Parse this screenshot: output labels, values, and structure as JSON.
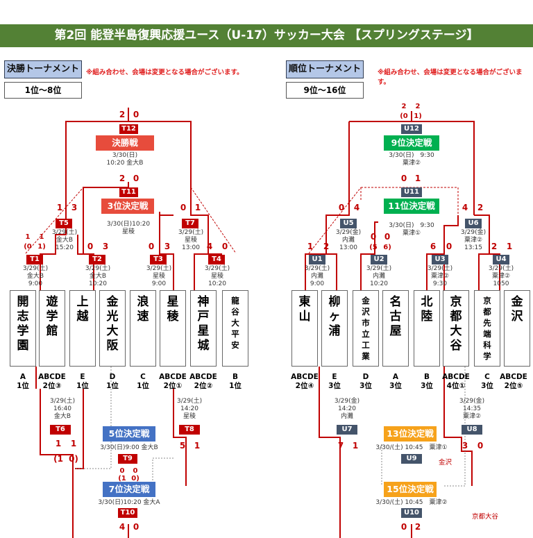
{
  "title": "第2回 能登半島復興応援ユース（U-17）サッカー大会 【スプリングステージ】",
  "note": "※組み合わせ、会場は変更となる場合がございます。",
  "left": {
    "heading": "決勝トーナメント",
    "range": "1位～8位",
    "teams": [
      {
        "name": "開\n志\n学\n園",
        "rank": "A\n1位"
      },
      {
        "name": "遊\n学\n館",
        "rank": "ABCDE\n2位③"
      },
      {
        "name": "上\n越",
        "rank": "E\n1位"
      },
      {
        "name": "金\n光\n大\n阪",
        "rank": "D\n1位"
      },
      {
        "name": "浪\n速",
        "rank": "C\n1位"
      },
      {
        "name": "星\n稜",
        "rank": "ABCDE\n2位①"
      },
      {
        "name": "神\n戸\n星\n城",
        "rank": "ABCDE\n2位②"
      },
      {
        "name": "龍\n谷\n大\n平\n安",
        "rank": "B\n1位"
      }
    ],
    "matches": {
      "T1": {
        "code": "T1",
        "info": "3/29(土)\n金大B\n9:00"
      },
      "T2": {
        "code": "T2",
        "info": "3/29(土)\n金大B\n10:20"
      },
      "T3": {
        "code": "T3",
        "info": "3/29(土)\n星稜\n9:00"
      },
      "T4": {
        "code": "T4",
        "info": "3/29(土)\n星稜\n10:20"
      },
      "T5": {
        "code": "T5",
        "info": "3/29(土)\n金大B\n15:20"
      },
      "T7": {
        "code": "T7",
        "info": "3/29(土)\n星稜\n13:00"
      },
      "T11": {
        "code": "T11",
        "stage": "3位決定戦",
        "info": "3/30(日)10:20\n星稜"
      },
      "T12": {
        "code": "T12",
        "stage": "決勝戦",
        "info": "3/30(日)\n10:20 金大B"
      },
      "T6": {
        "code": "T6",
        "info": "3/29(土)\n16:40\n金大B"
      },
      "T8": {
        "code": "T8",
        "info": "3/29(土)\n14:20\n星稜"
      },
      "T9": {
        "code": "T9",
        "stage": "5位決定戦",
        "info": "3/30(日)9:00 金大B"
      },
      "T10": {
        "code": "T10",
        "stage": "7位決定戦",
        "info": "3/30(日)10:20 金大A"
      }
    }
  },
  "right": {
    "heading": "順位トーナメント",
    "range": "9位～16位",
    "teams": [
      {
        "name": "東\n山",
        "rank": "ABCDE\n2位④"
      },
      {
        "name": "柳\nヶ\n浦",
        "rank": "E\n3位"
      },
      {
        "name": "金\n沢\n市\n立\n工\n業",
        "rank": "D\n3位"
      },
      {
        "name": "名\n古\n屋",
        "rank": "A\n3位"
      },
      {
        "name": "北\n陸",
        "rank": "B\n3位"
      },
      {
        "name": "京\n都\n大\n谷",
        "rank": "ABCDE\n4位①"
      },
      {
        "name": "京\n都\n先\n端\n科\n学",
        "rank": "C\n3位"
      },
      {
        "name": "金\n沢",
        "rank": "ABCDE\n2位⑤"
      }
    ],
    "matches": {
      "U1": {
        "code": "U1",
        "info": "3/29(土)\n内灘\n9:00"
      },
      "U2": {
        "code": "U2",
        "info": "3/29(土)\n内灘\n10:20"
      },
      "U3": {
        "code": "U3",
        "info": "3/29(土)\n粟津②\n9:30"
      },
      "U4": {
        "code": "U4",
        "info": "3/29(土)\n粟津②\n1050"
      },
      "U5": {
        "code": "U5",
        "info": "3/29(金)\n内灘\n13:00"
      },
      "U6": {
        "code": "U6",
        "info": "3/29(金)\n粟津②\n13:15"
      },
      "U11": {
        "code": "U11",
        "stage": "11位決定戦",
        "info": "3/30(日)　9:30\n粟津①"
      },
      "U12": {
        "code": "U12",
        "stage": "9位決定戦",
        "info": "3/30(日)　9:30\n粟津②"
      },
      "U7": {
        "code": "U7",
        "info": "3/29(金)\n14:20\n内灘"
      },
      "U8": {
        "code": "U8",
        "info": "3/29(金)\n14:35\n粟津②"
      },
      "U9": {
        "code": "U9",
        "stage": "13位決定戦",
        "info": "3/30/(土) 10:45　粟津①"
      },
      "U10": {
        "code": "U10",
        "stage": "15位決定戦",
        "info": "3/30/(土) 10:45　粟津②"
      }
    },
    "winner_notes": {
      "kanazawa": "金沢",
      "kyoto": "京都大谷"
    }
  },
  "scores": {
    "T12": [
      "2",
      "0"
    ],
    "T11": [
      "2",
      "0"
    ],
    "T5": [
      "1",
      "3"
    ],
    "T7": [
      "0",
      "1"
    ],
    "T1": [
      "1",
      "1"
    ],
    "T1pk": [
      "(0",
      "1)"
    ],
    "T2": [
      "0",
      "3"
    ],
    "T3": [
      "0",
      "3"
    ],
    "T4": [
      "4",
      "0"
    ],
    "T6": [
      "1",
      "1"
    ],
    "T6pk": [
      "(1",
      "0)"
    ],
    "T8": [
      "5",
      "1"
    ],
    "T9": [
      "0",
      "0"
    ],
    "T9pk": [
      "(1",
      "0)"
    ],
    "T10": [
      "4",
      "0"
    ],
    "U12": [
      "2",
      "2"
    ],
    "U12pk": [
      "(0",
      "1)"
    ],
    "U11": [
      "0",
      "1"
    ],
    "U5": [
      "0",
      "4"
    ],
    "U6": [
      "4",
      "2"
    ],
    "U1": [
      "1",
      "2"
    ],
    "U2": [
      "0",
      "0"
    ],
    "U2pk": [
      "(5",
      "6)"
    ],
    "U3": [
      "6",
      "0"
    ],
    "U4": [
      "2",
      "1"
    ],
    "U7": [
      "7",
      "1"
    ],
    "U8": [
      "3",
      "0"
    ],
    "U10": [
      "0",
      "2"
    ]
  }
}
